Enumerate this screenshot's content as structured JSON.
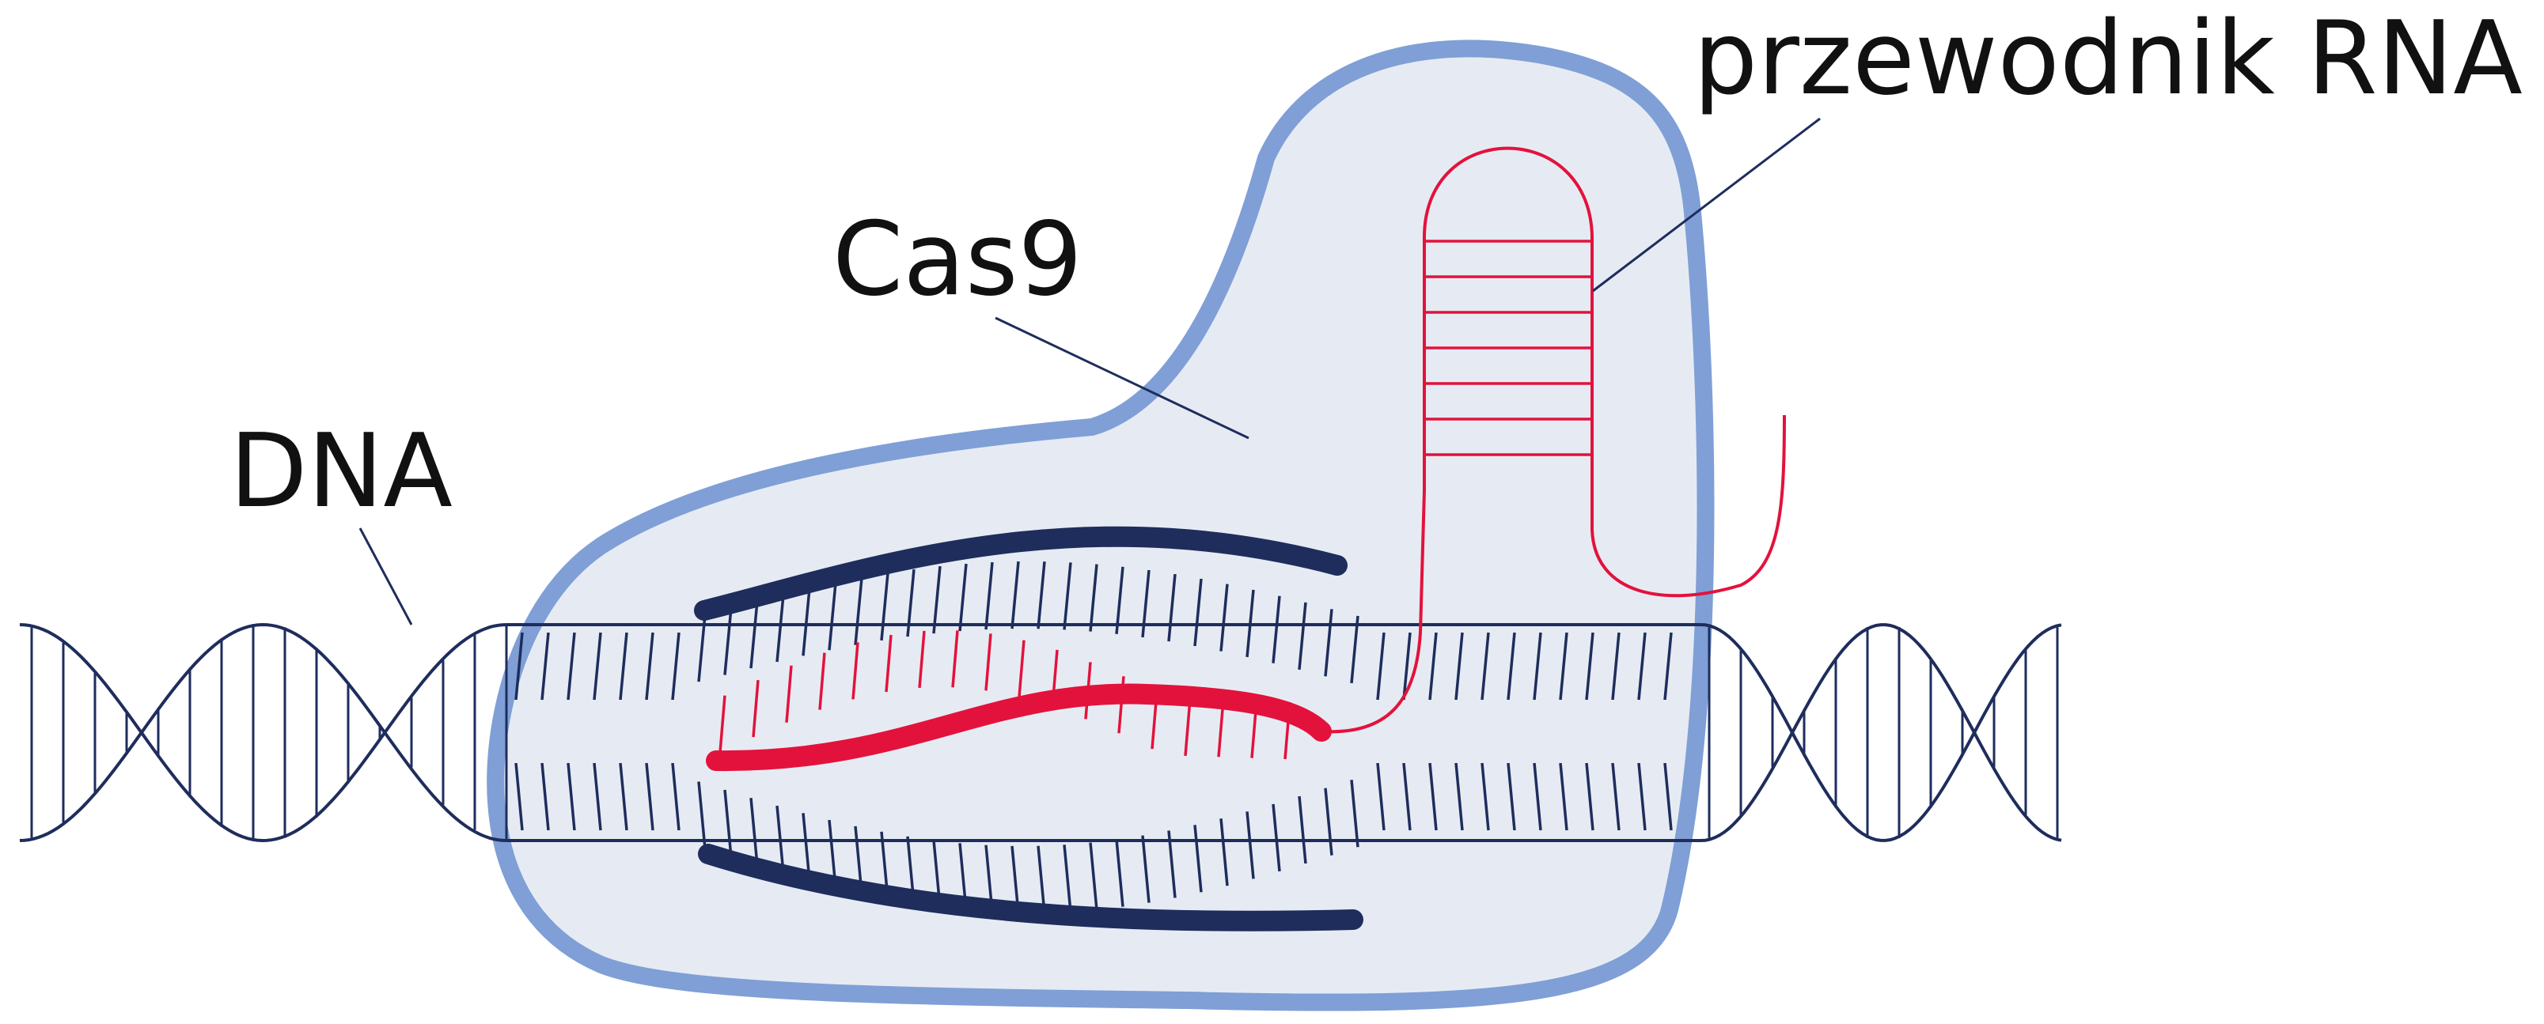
{
  "labels": {
    "dna": "DNA",
    "cas9": "Cas9",
    "guide_rna": "przewodnik RNA"
  },
  "colors": {
    "dna_strand": "#1e2d5c",
    "dna_bold": "#1e2d5c",
    "rna": "#e3123c",
    "protein_fill": "#e6ebf3",
    "protein_outline": "#7f9fd6",
    "leader_line": "#1e2d5c",
    "text": "#111111"
  }
}
